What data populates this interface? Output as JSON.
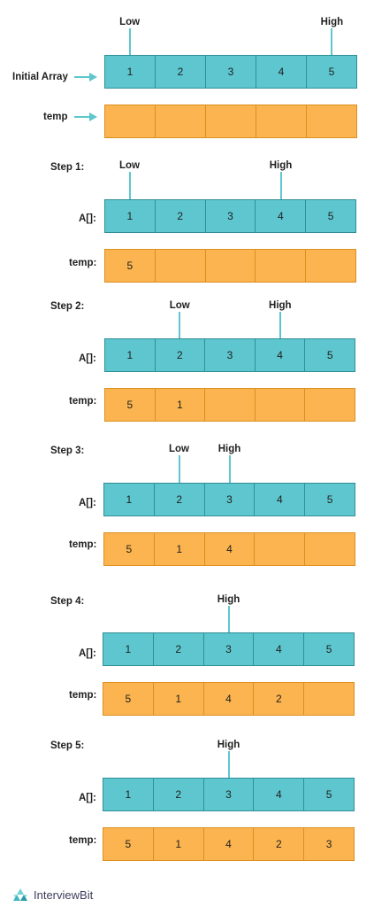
{
  "labels": {
    "initial": "Initial Array",
    "temp": "temp",
    "temp_colon": "temp:",
    "a": "A[]:",
    "low": "Low",
    "high": "High"
  },
  "initial": {
    "array": [
      "1",
      "2",
      "3",
      "4",
      "5"
    ],
    "temp": [
      "",
      "",
      "",
      "",
      ""
    ]
  },
  "steps": [
    {
      "title": "Step 1:",
      "array": [
        "1",
        "2",
        "3",
        "4",
        "5"
      ],
      "temp": [
        "5",
        "",
        "",
        "",
        ""
      ],
      "low": 0,
      "high": 3
    },
    {
      "title": "Step 2:",
      "array": [
        "1",
        "2",
        "3",
        "4",
        "5"
      ],
      "temp": [
        "5",
        "1",
        "",
        "",
        ""
      ],
      "low": 1,
      "high": 3
    },
    {
      "title": "Step 3:",
      "array": [
        "1",
        "2",
        "3",
        "4",
        "5"
      ],
      "temp": [
        "5",
        "1",
        "4",
        "",
        ""
      ],
      "low": 1,
      "high": 2
    },
    {
      "title": "Step 4:",
      "array": [
        "1",
        "2",
        "3",
        "4",
        "5"
      ],
      "temp": [
        "5",
        "1",
        "4",
        "2",
        ""
      ],
      "low": null,
      "high": 2
    },
    {
      "title": "Step 5:",
      "array": [
        "1",
        "2",
        "3",
        "4",
        "5"
      ],
      "temp": [
        "5",
        "1",
        "4",
        "2",
        "3"
      ],
      "low": null,
      "high": 2
    }
  ],
  "colors": {
    "array_fill": "#5ec6ce",
    "temp_fill": "#fbb44f",
    "arrow": "#5ec6ce"
  },
  "logo": {
    "text": "InterviewBit",
    "icon": "interviewbit-logo-icon"
  }
}
